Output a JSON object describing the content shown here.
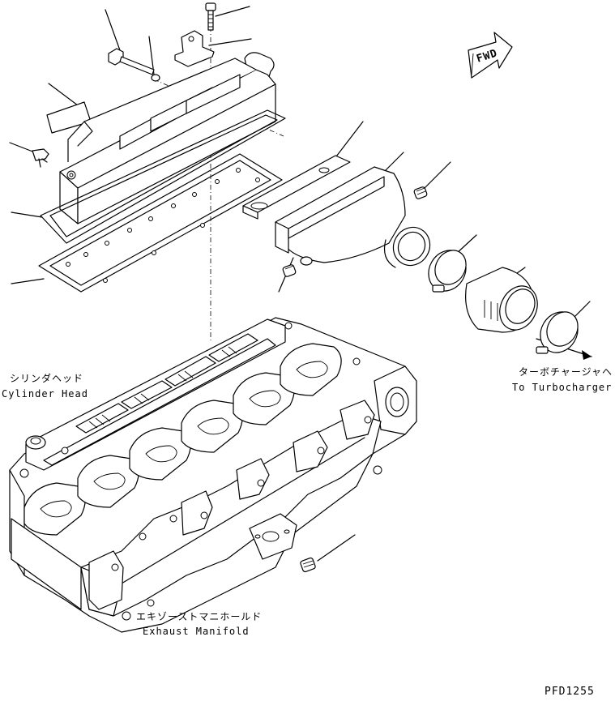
{
  "labels": {
    "cylinder_head_jp": "シリンダヘッド",
    "cylinder_head_en": "Cylinder Head",
    "exhaust_manifold_jp": "エキゾーストマニホールド",
    "exhaust_manifold_en": "Exhaust Manifold",
    "turbocharger_jp": "ターボチャージャヘ",
    "turbocharger_en": "To Turbocharger",
    "fwd": "FWD",
    "figure_code": "PFD1255"
  }
}
